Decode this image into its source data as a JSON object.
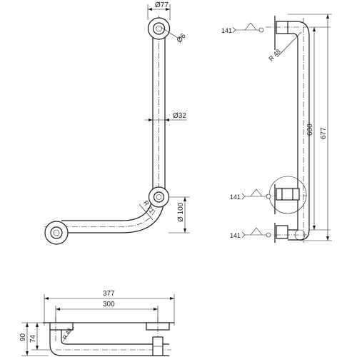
{
  "front_view": {
    "flange_diameter": "77",
    "hole_diameter": "6",
    "tube_diameter": "32",
    "bend_radius": "71",
    "flange_spacing": "100"
  },
  "side_view": {
    "bend_radius": "48",
    "weld_symbol_top": "141",
    "weld_symbol_mid": "141",
    "weld_symbol_bottom": "141",
    "dim_inner": "600",
    "dim_overall": "677"
  },
  "top_view": {
    "dim_overall": "377",
    "dim_inner": "300",
    "bend_radius": "48",
    "dim_depth_outer": "90",
    "dim_depth_inner": "74"
  }
}
